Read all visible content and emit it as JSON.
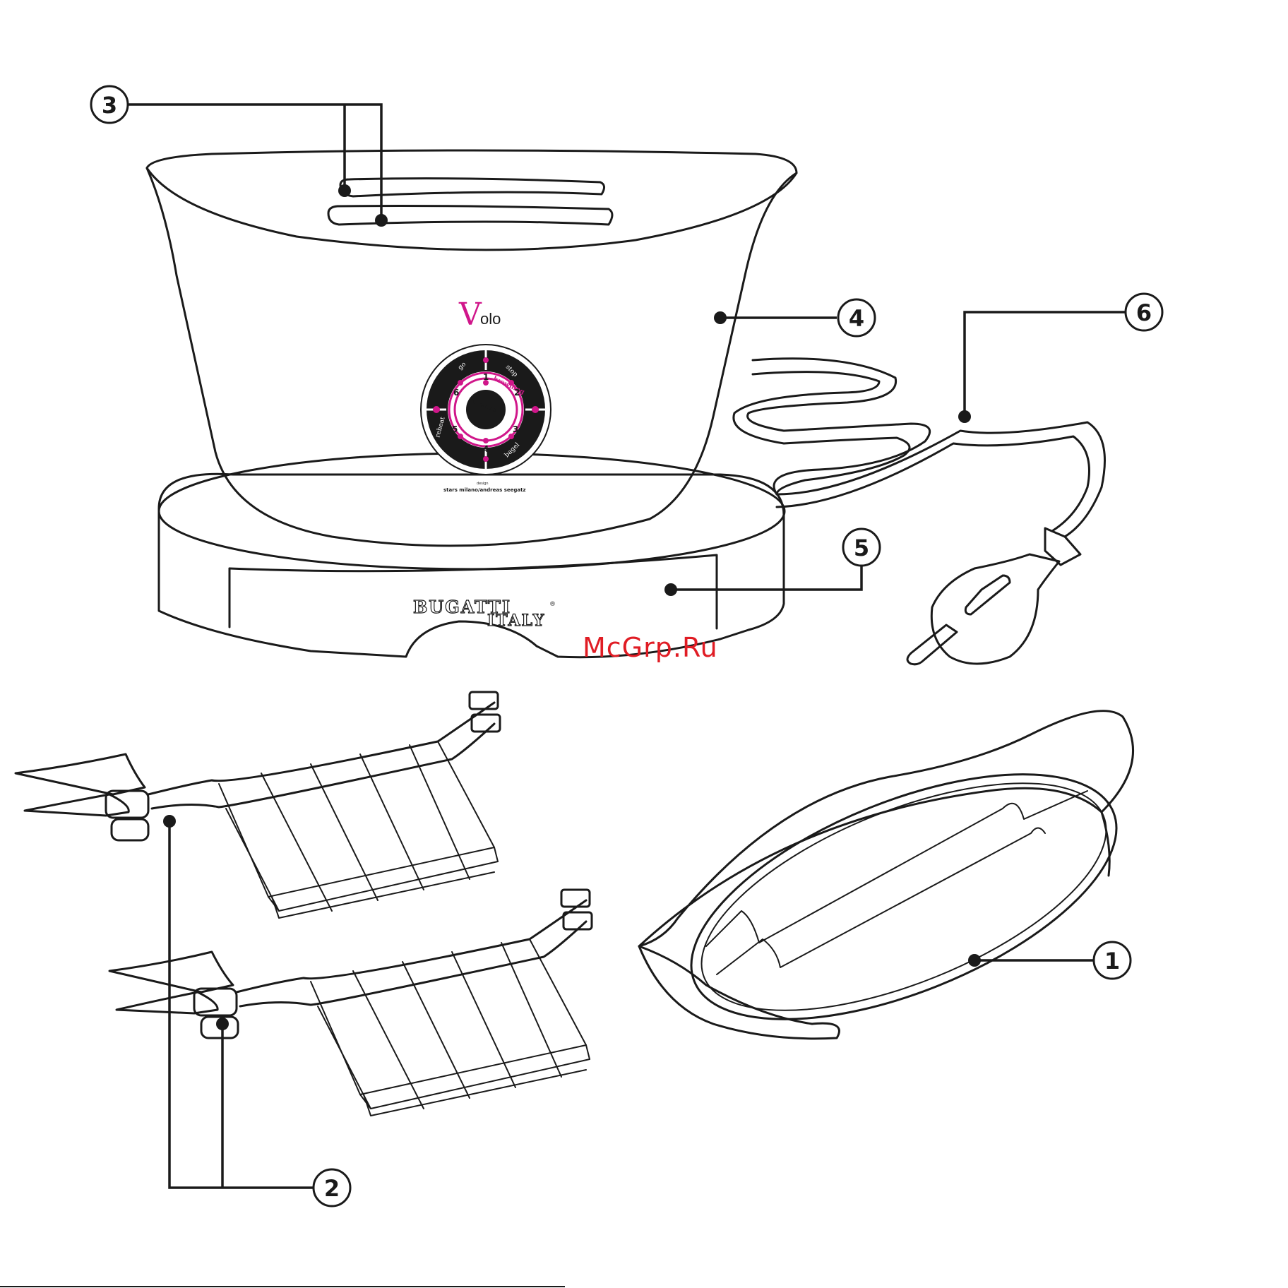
{
  "callouts": [
    {
      "number": "1"
    },
    {
      "number": "2"
    },
    {
      "number": "3"
    },
    {
      "number": "4"
    },
    {
      "number": "5"
    },
    {
      "number": "6"
    }
  ],
  "product": {
    "name_v": "V",
    "name_rest": "olo",
    "brand_main": "BUGATTI",
    "brand_registered": "®",
    "brand_sub": "ITALY",
    "design_label": "design",
    "design_credit": "stars milano/andreas seegatz"
  },
  "dial": {
    "outer_labels": [
      "go",
      "stop",
      "reheat",
      "bagel"
    ],
    "ring_title": "browning",
    "center_title": "browning",
    "numbers": [
      "1",
      "2",
      "3",
      "4",
      "5",
      "6"
    ]
  },
  "watermark": "McGrp.Ru",
  "colors": {
    "accent": "#d0168a",
    "ink": "#1a1a1a",
    "watermark": "#e01c24"
  }
}
